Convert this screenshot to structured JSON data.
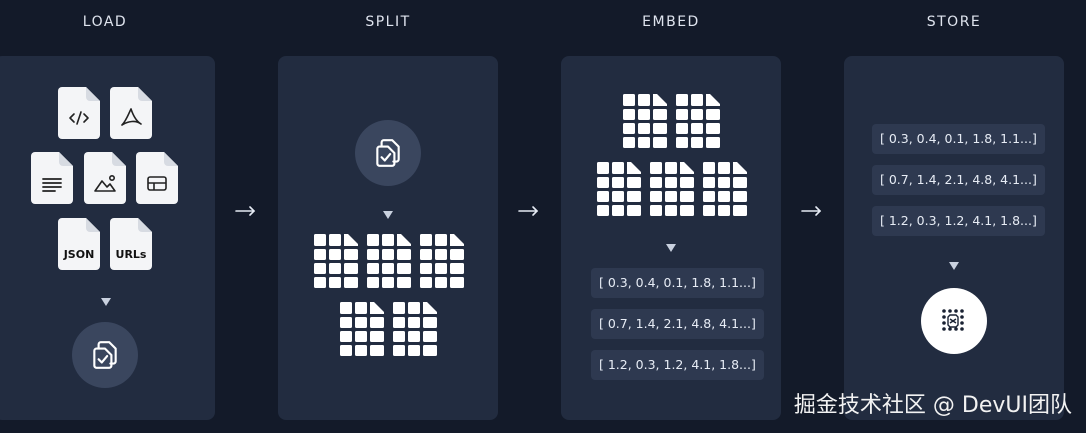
{
  "stages": {
    "load": "LOAD",
    "split": "SPLIT",
    "embed": "EMBED",
    "store": "STORE"
  },
  "load": {
    "doc_labels": [
      "JSON",
      "URLs"
    ]
  },
  "embed": {
    "vectors": [
      "[ 0.3, 0.4, 0.1, 1.8, 1.1...]",
      "[ 0.7, 1.4, 2.1, 4.8, 4.1...]",
      "[ 1.2, 0.3, 1.2, 4.1, 1.8...]"
    ]
  },
  "store": {
    "vectors": [
      "[ 0.3, 0.4, 0.1, 1.8, 1.1...]",
      "[ 0.7, 1.4, 2.1, 4.8, 4.1...]",
      "[ 1.2, 0.3, 1.2, 4.1, 1.8...]"
    ]
  },
  "watermark": "掘金技术社区 @ DevUI团队",
  "colors": {
    "background": "#131a29",
    "panel": "#222c40",
    "vector_box": "#2e3950",
    "circle": "#3a465e",
    "doc": "#f4f5f7"
  }
}
